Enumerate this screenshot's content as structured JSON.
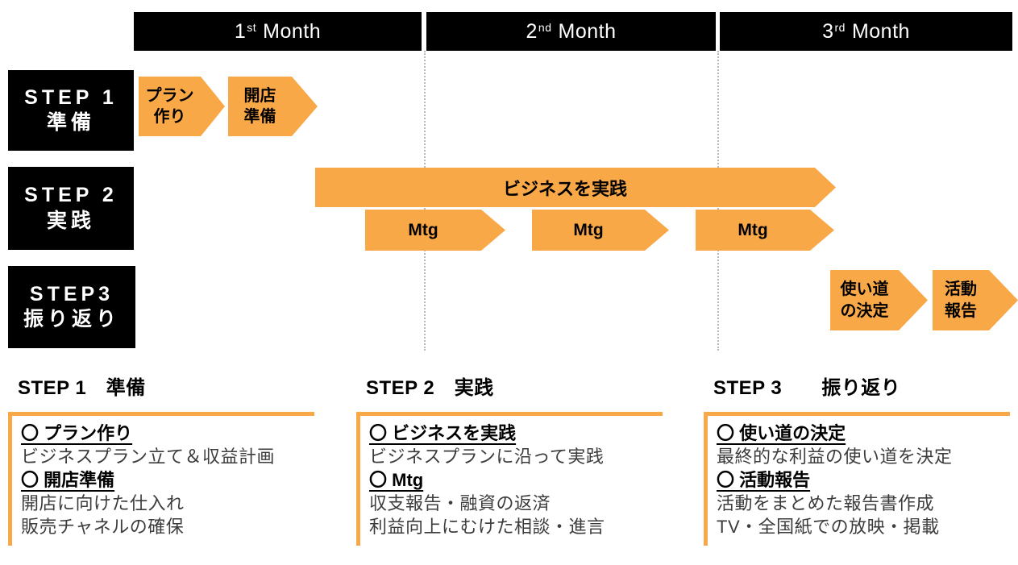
{
  "colors": {
    "accent_orange": "#F9A848",
    "bar_black": "#000000",
    "divider_gray": "#b9b9b9"
  },
  "timeline": {
    "months": [
      {
        "num": "1",
        "sup": "st",
        "word": "Month"
      },
      {
        "num": "2",
        "sup": "nd",
        "word": "Month"
      },
      {
        "num": "3",
        "sup": "rd",
        "word": "Month"
      }
    ],
    "steps": [
      {
        "line1": "STEP 1",
        "line2": "準備"
      },
      {
        "line1": "STEP 2",
        "line2": "実践"
      },
      {
        "line1": "STEP3",
        "line2": "振り返り"
      }
    ],
    "arrows": {
      "plan": {
        "line1": "プラン",
        "line2": "作り"
      },
      "open_prep": {
        "line1": "開店",
        "line2": "準備"
      },
      "business_main": "ビジネスを実践",
      "mtg1": "Mtg",
      "mtg2": "Mtg",
      "mtg3": "Mtg",
      "usage": {
        "line1": "使い道",
        "line2": "の決定"
      },
      "report": {
        "line1": "活動",
        "line2": "報告"
      }
    }
  },
  "details": {
    "col1": {
      "title": "STEP 1　準備",
      "items": [
        {
          "head": "〇 プラン作り",
          "lines": [
            "ビジネスプラン立て＆収益計画"
          ]
        },
        {
          "head": "〇 開店準備",
          "lines": [
            "開店に向けた仕入れ",
            "販売チャネルの確保"
          ]
        }
      ]
    },
    "col2": {
      "title": "STEP 2　実践",
      "items": [
        {
          "head": "〇 ビジネスを実践",
          "lines": [
            "ビジネスプランに沿って実践"
          ]
        },
        {
          "head": "〇 Mtg",
          "lines": [
            "収支報告・融資の返済",
            "利益向上にむけた相談・進言"
          ]
        }
      ]
    },
    "col3": {
      "title": "STEP 3　　振り返り",
      "items": [
        {
          "head": "〇 使い道の決定",
          "lines": [
            "最終的な利益の使い道を決定"
          ]
        },
        {
          "head": "〇 活動報告",
          "lines": [
            "活動をまとめた報告書作成",
            "TV・全国紙での放映・掲載"
          ]
        }
      ]
    }
  }
}
